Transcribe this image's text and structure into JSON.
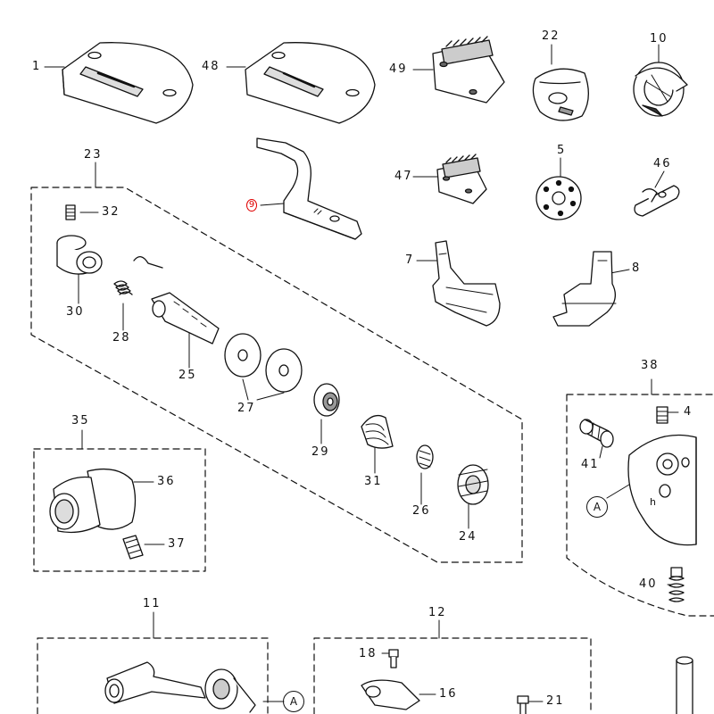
{
  "labels": {
    "p1": "1",
    "p48": "48",
    "p49": "49",
    "p22": "22",
    "p10": "10",
    "p9": "9",
    "p47": "47",
    "p5": "5",
    "p46": "46",
    "p7": "7",
    "p8": "8",
    "p23": "23",
    "p32": "32",
    "p30": "30",
    "p28": "28",
    "p25": "25",
    "p27": "27",
    "p29": "29",
    "p31": "31",
    "p26": "26",
    "p24": "24",
    "p35": "35",
    "p36": "36",
    "p37": "37",
    "p38": "38",
    "p4": "4",
    "p41": "41",
    "p40": "40",
    "p11": "11",
    "p12": "12",
    "p18": "18",
    "p16": "16",
    "p21": "21",
    "refA1": "A",
    "refA2": "A",
    "h": "h"
  },
  "colors": {
    "ink": "#111111",
    "highlight": "#e00000",
    "fill": "#ffffff",
    "shade": "#bdbdbd"
  }
}
